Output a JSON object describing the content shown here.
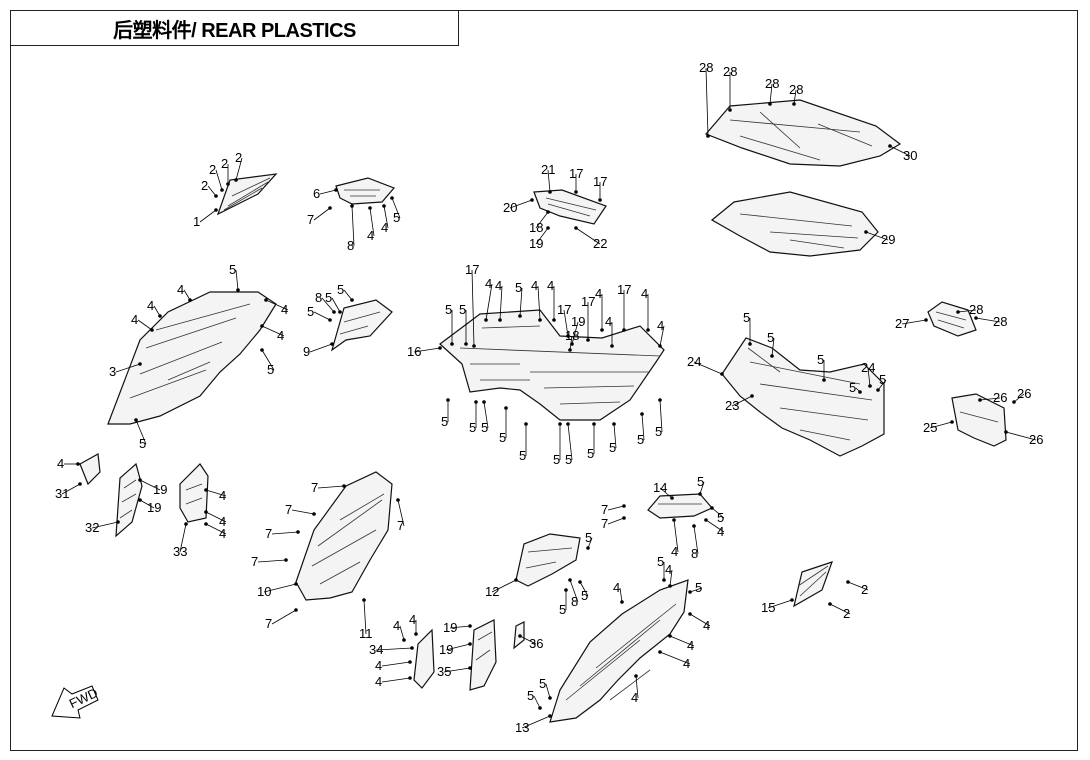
{
  "title": "后塑料件/ REAR PLASTICS",
  "fwd_label": "FWD",
  "labels": [
    {
      "id": "l1",
      "t": "1"
    },
    {
      "id": "l2a",
      "t": "2"
    },
    {
      "id": "l2b",
      "t": "2"
    },
    {
      "id": "l2c",
      "t": "2"
    },
    {
      "id": "l2d",
      "t": "2"
    },
    {
      "id": "l3",
      "t": "3"
    },
    {
      "id": "l4a",
      "t": "4"
    },
    {
      "id": "l4b",
      "t": "4"
    },
    {
      "id": "l4c",
      "t": "4"
    },
    {
      "id": "l4d",
      "t": "4"
    },
    {
      "id": "l4e",
      "t": "4"
    },
    {
      "id": "l5a",
      "t": "5"
    },
    {
      "id": "l5b",
      "t": "5"
    },
    {
      "id": "l5c",
      "t": "5"
    },
    {
      "id": "l6",
      "t": "6"
    },
    {
      "id": "l7a",
      "t": "7"
    },
    {
      "id": "l8a",
      "t": "8"
    },
    {
      "id": "l4f",
      "t": "4"
    },
    {
      "id": "l4g",
      "t": "4"
    },
    {
      "id": "l5d",
      "t": "5"
    },
    {
      "id": "l9",
      "t": "9"
    },
    {
      "id": "l8b",
      "t": "8"
    },
    {
      "id": "l5e",
      "t": "5"
    },
    {
      "id": "l5f",
      "t": "5"
    },
    {
      "id": "l5g",
      "t": "5"
    },
    {
      "id": "l21",
      "t": "21"
    },
    {
      "id": "l17a",
      "t": "17"
    },
    {
      "id": "l17b",
      "t": "17"
    },
    {
      "id": "l20",
      "t": "20"
    },
    {
      "id": "l18a",
      "t": "18"
    },
    {
      "id": "l19a",
      "t": "19"
    },
    {
      "id": "l22",
      "t": "22"
    },
    {
      "id": "l28a",
      "t": "28"
    },
    {
      "id": "l28b",
      "t": "28"
    },
    {
      "id": "l28c",
      "t": "28"
    },
    {
      "id": "l28d",
      "t": "28"
    },
    {
      "id": "l30",
      "t": "30"
    },
    {
      "id": "l29",
      "t": "29"
    },
    {
      "id": "l17c",
      "t": "17"
    },
    {
      "id": "l4h",
      "t": "4"
    },
    {
      "id": "l5h",
      "t": "5"
    },
    {
      "id": "l4i",
      "t": "4"
    },
    {
      "id": "l4j",
      "t": "4"
    },
    {
      "id": "l17d",
      "t": "17"
    },
    {
      "id": "l19b",
      "t": "19"
    },
    {
      "id": "l18b",
      "t": "18"
    },
    {
      "id": "l17e",
      "t": "17"
    },
    {
      "id": "l4k",
      "t": "4"
    },
    {
      "id": "l17f",
      "t": "17"
    },
    {
      "id": "l4l",
      "t": "4"
    },
    {
      "id": "l4m",
      "t": "4"
    },
    {
      "id": "l4n",
      "t": "4"
    },
    {
      "id": "l4o",
      "t": "4"
    },
    {
      "id": "l5i",
      "t": "5"
    },
    {
      "id": "l5j",
      "t": "5"
    },
    {
      "id": "l16",
      "t": "16"
    },
    {
      "id": "l5k",
      "t": "5"
    },
    {
      "id": "l5l",
      "t": "5"
    },
    {
      "id": "l5m",
      "t": "5"
    },
    {
      "id": "l5n",
      "t": "5"
    },
    {
      "id": "l5o",
      "t": "5"
    },
    {
      "id": "l5p",
      "t": "5"
    },
    {
      "id": "l5q",
      "t": "5"
    },
    {
      "id": "l5r",
      "t": "5"
    },
    {
      "id": "l5s",
      "t": "5"
    },
    {
      "id": "l5t",
      "t": "5"
    },
    {
      "id": "l5u",
      "t": "5"
    },
    {
      "id": "l5v",
      "t": "5"
    },
    {
      "id": "l5w",
      "t": "5"
    },
    {
      "id": "l24a",
      "t": "24"
    },
    {
      "id": "l5x",
      "t": "5"
    },
    {
      "id": "l24b",
      "t": "24"
    },
    {
      "id": "l5y",
      "t": "5"
    },
    {
      "id": "l5z",
      "t": "5"
    },
    {
      "id": "l23",
      "t": "23"
    },
    {
      "id": "l27",
      "t": "27"
    },
    {
      "id": "l28e",
      "t": "28"
    },
    {
      "id": "l28f",
      "t": "28"
    },
    {
      "id": "l25",
      "t": "25"
    },
    {
      "id": "l26a",
      "t": "26"
    },
    {
      "id": "l26b",
      "t": "26"
    },
    {
      "id": "l26c",
      "t": "26"
    },
    {
      "id": "l4p",
      "t": "4"
    },
    {
      "id": "l31",
      "t": "31"
    },
    {
      "id": "l19c",
      "t": "19"
    },
    {
      "id": "l19d",
      "t": "19"
    },
    {
      "id": "l32",
      "t": "32"
    },
    {
      "id": "l4q",
      "t": "4"
    },
    {
      "id": "l4r",
      "t": "4"
    },
    {
      "id": "l4s",
      "t": "4"
    },
    {
      "id": "l33",
      "t": "33"
    },
    {
      "id": "l7b",
      "t": "7"
    },
    {
      "id": "l7c",
      "t": "7"
    },
    {
      "id": "l7d",
      "t": "7"
    },
    {
      "id": "l7e",
      "t": "7"
    },
    {
      "id": "l7f",
      "t": "7"
    },
    {
      "id": "l7g",
      "t": "7"
    },
    {
      "id": "l10",
      "t": "10"
    },
    {
      "id": "l11",
      "t": "11"
    },
    {
      "id": "l14",
      "t": "14"
    },
    {
      "id": "l5aa",
      "t": "5"
    },
    {
      "id": "l7h",
      "t": "7"
    },
    {
      "id": "l7i",
      "t": "7"
    },
    {
      "id": "l5ab",
      "t": "5"
    },
    {
      "id": "l4t",
      "t": "4"
    },
    {
      "id": "l4u",
      "t": "4"
    },
    {
      "id": "l8c",
      "t": "8"
    },
    {
      "id": "l5ac",
      "t": "5"
    },
    {
      "id": "l12",
      "t": "12"
    },
    {
      "id": "l8d",
      "t": "8"
    },
    {
      "id": "l5ad",
      "t": "5"
    },
    {
      "id": "l5ae",
      "t": "5"
    },
    {
      "id": "l5af",
      "t": "5"
    },
    {
      "id": "l4v",
      "t": "4"
    },
    {
      "id": "l5ag",
      "t": "5"
    },
    {
      "id": "l4w",
      "t": "4"
    },
    {
      "id": "l4x",
      "t": "4"
    },
    {
      "id": "l4y",
      "t": "4"
    },
    {
      "id": "l4z",
      "t": "4"
    },
    {
      "id": "l4aa",
      "t": "4"
    },
    {
      "id": "l5ah",
      "t": "5"
    },
    {
      "id": "l5ai",
      "t": "5"
    },
    {
      "id": "l13",
      "t": "13"
    },
    {
      "id": "l4ab",
      "t": "4"
    },
    {
      "id": "l4ac",
      "t": "4"
    },
    {
      "id": "l34",
      "t": "34"
    },
    {
      "id": "l4ad",
      "t": "4"
    },
    {
      "id": "l4ae",
      "t": "4"
    },
    {
      "id": "l19e",
      "t": "19"
    },
    {
      "id": "l19f",
      "t": "19"
    },
    {
      "id": "l35",
      "t": "35"
    },
    {
      "id": "l36",
      "t": "36"
    },
    {
      "id": "l15",
      "t": "15"
    },
    {
      "id": "l2e",
      "t": "2"
    },
    {
      "id": "l2f",
      "t": "2"
    }
  ]
}
